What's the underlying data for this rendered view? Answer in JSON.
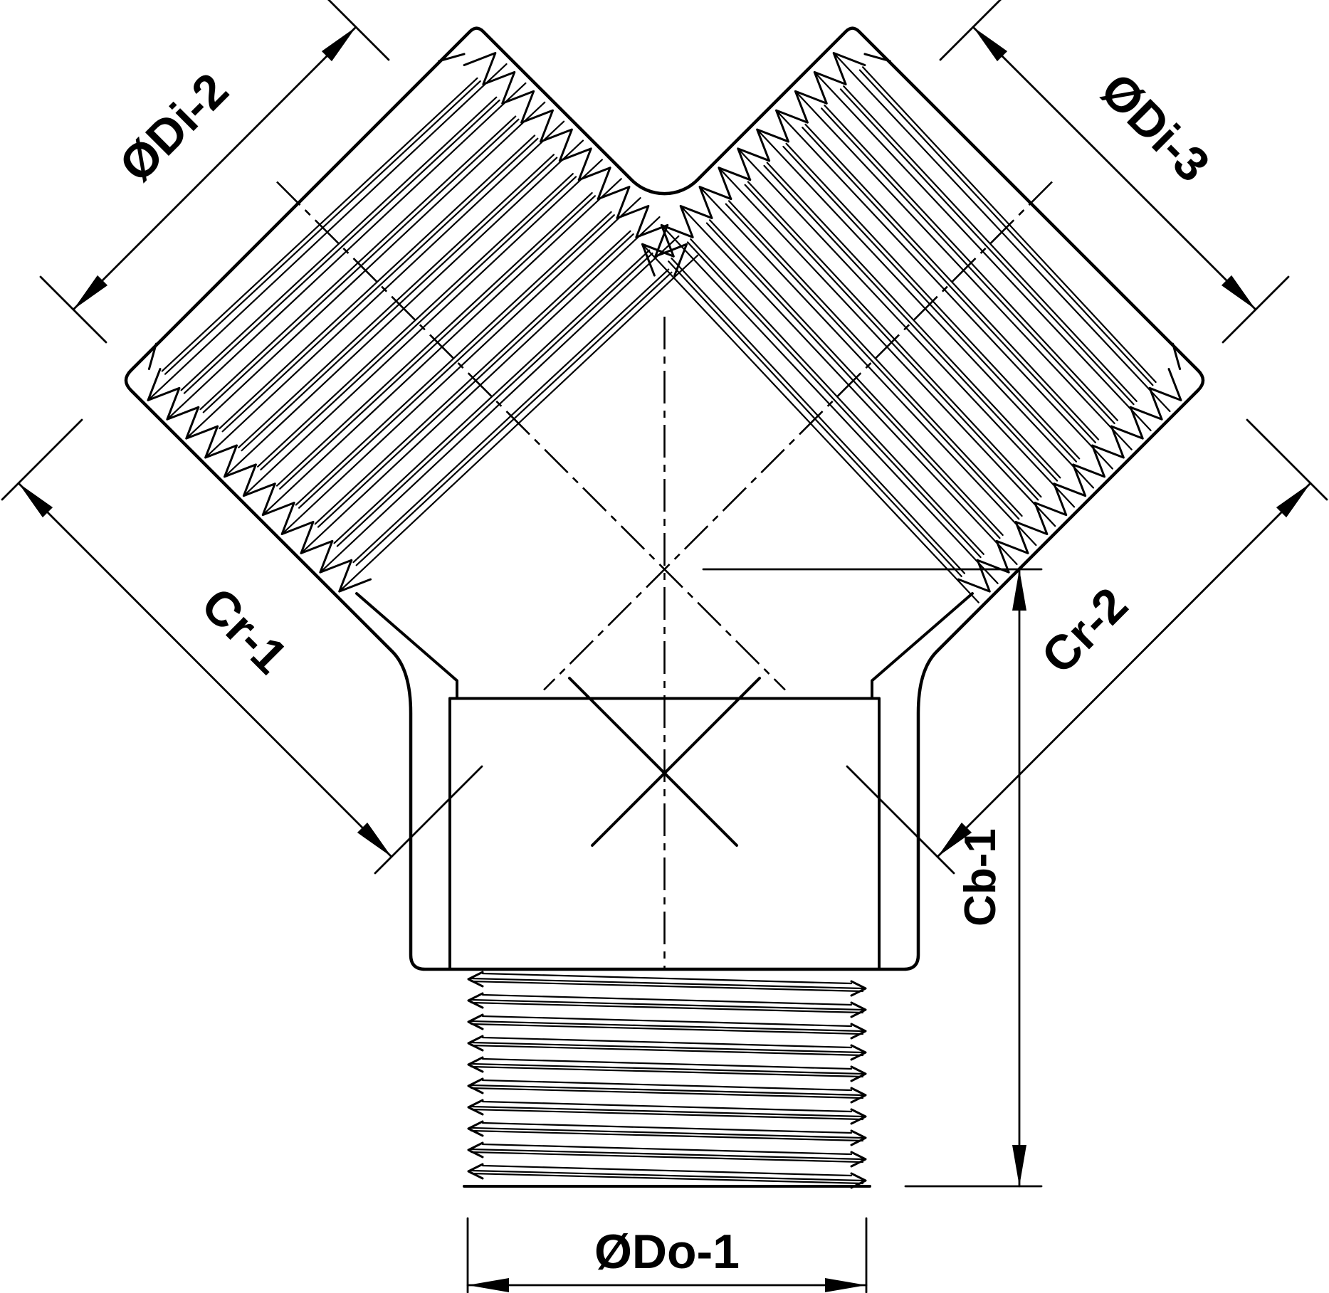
{
  "drawing": {
    "background_color": "#ffffff",
    "line_color": "#000000",
    "labels": {
      "di2": "ØDi-2",
      "di3": "ØDi-3",
      "cr1": "Cr-1",
      "cr2": "Cr-2",
      "cb1": "Cb-1",
      "do1": "ØDo-1"
    }
  }
}
